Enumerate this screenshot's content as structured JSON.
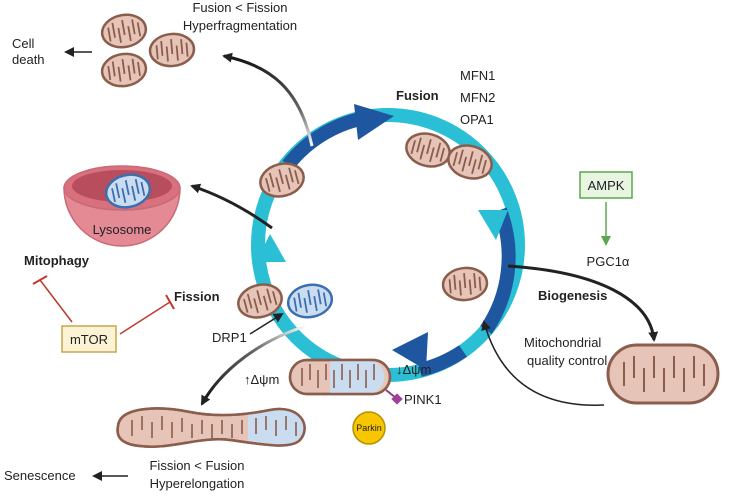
{
  "labels": {
    "fusion_fission_top": "Fusion < Fission",
    "hyperfragmentation": "Hyperfragmentation",
    "cell": "Cell",
    "death": "death",
    "fusion": "Fusion",
    "mfn1": "MFN1",
    "mfn2": "MFN2",
    "opa1": "OPA1",
    "ampk": "AMPK",
    "pgc1a": "PGC1α",
    "biogenesis": "Biogenesis",
    "lysosome": "Lysosome",
    "mitophagy": "Mitophagy",
    "fission": "Fission",
    "mtor": "mTOR",
    "drp1": "DRP1",
    "mito_qc_1": "Mitochondrial",
    "mito_qc_2": "quality control",
    "dpsi_up": "↑Δψm",
    "dpsi_down": "↓Δψm",
    "pink1": "PINK1",
    "parkin": "Parkin",
    "senescence": "Senescence",
    "fission_fusion_bottom": "Fission < Fusion",
    "hyperelongation": "Hyperelongation"
  },
  "colors": {
    "cycle_light": "#2bbfd6",
    "cycle_dark": "#1f56a0",
    "mito_outer": "#8b5d4d",
    "mito_fill": "#e6c4b8",
    "mito_blue": "#c9dcf0",
    "lysosome_fill": "#e38a95",
    "ampk_border": "#5aa84e",
    "ampk_fill": "#e8f5e1",
    "mtor_border": "#c7a64a",
    "mtor_fill": "#fbf3d4",
    "inhibit": "#c0392b",
    "parkin": "#f7c600"
  }
}
